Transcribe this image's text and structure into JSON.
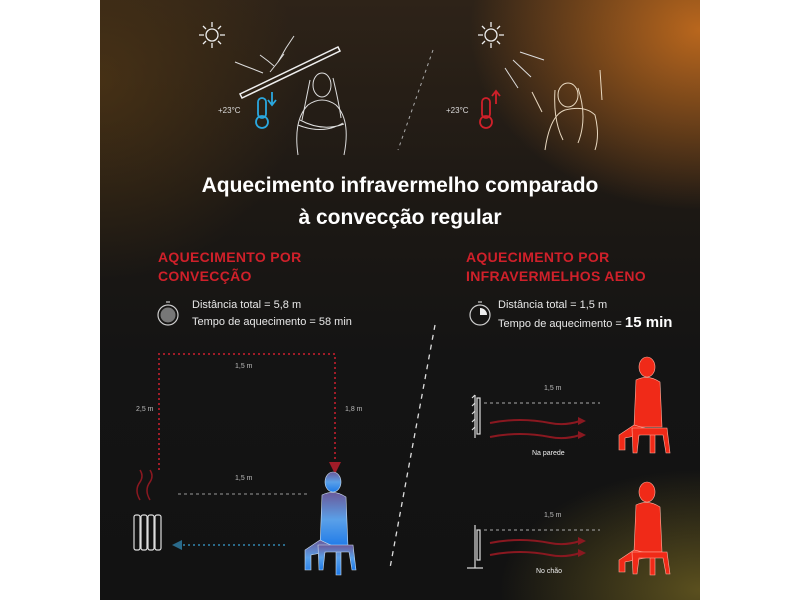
{
  "top": {
    "left_temp": "+23°C",
    "right_temp": "+23°C"
  },
  "title": {
    "line1": "Aquecimento infravermelho comparado",
    "line2": "à convecção regular"
  },
  "left": {
    "heading_line1": "AQUECIMENTO POR",
    "heading_line2": "CONVECÇÃO",
    "distance": "Distância total = 5,8 m",
    "time_label": "Tempo de aquecimento = ",
    "time_value": "58 min",
    "dims": {
      "top": "1,5 m",
      "left": "2,5 m",
      "right": "1,8 m",
      "bottom": "1,5 m"
    }
  },
  "right": {
    "heading_line1": "AQUECIMENTO POR",
    "heading_line2": "INFRAVERMELHOS AENO",
    "distance": "Distância total = 1,5 m",
    "time_label": "Tempo de aquecimento = ",
    "time_value": "15 min",
    "wall": {
      "dim": "1,5 m",
      "caption": "Na parede"
    },
    "floor": {
      "dim": "1,5 m",
      "caption": "No chão"
    }
  },
  "colors": {
    "accent": "#d0202a",
    "cold": "#2aa8e0",
    "warm": "#ff2a1a"
  }
}
